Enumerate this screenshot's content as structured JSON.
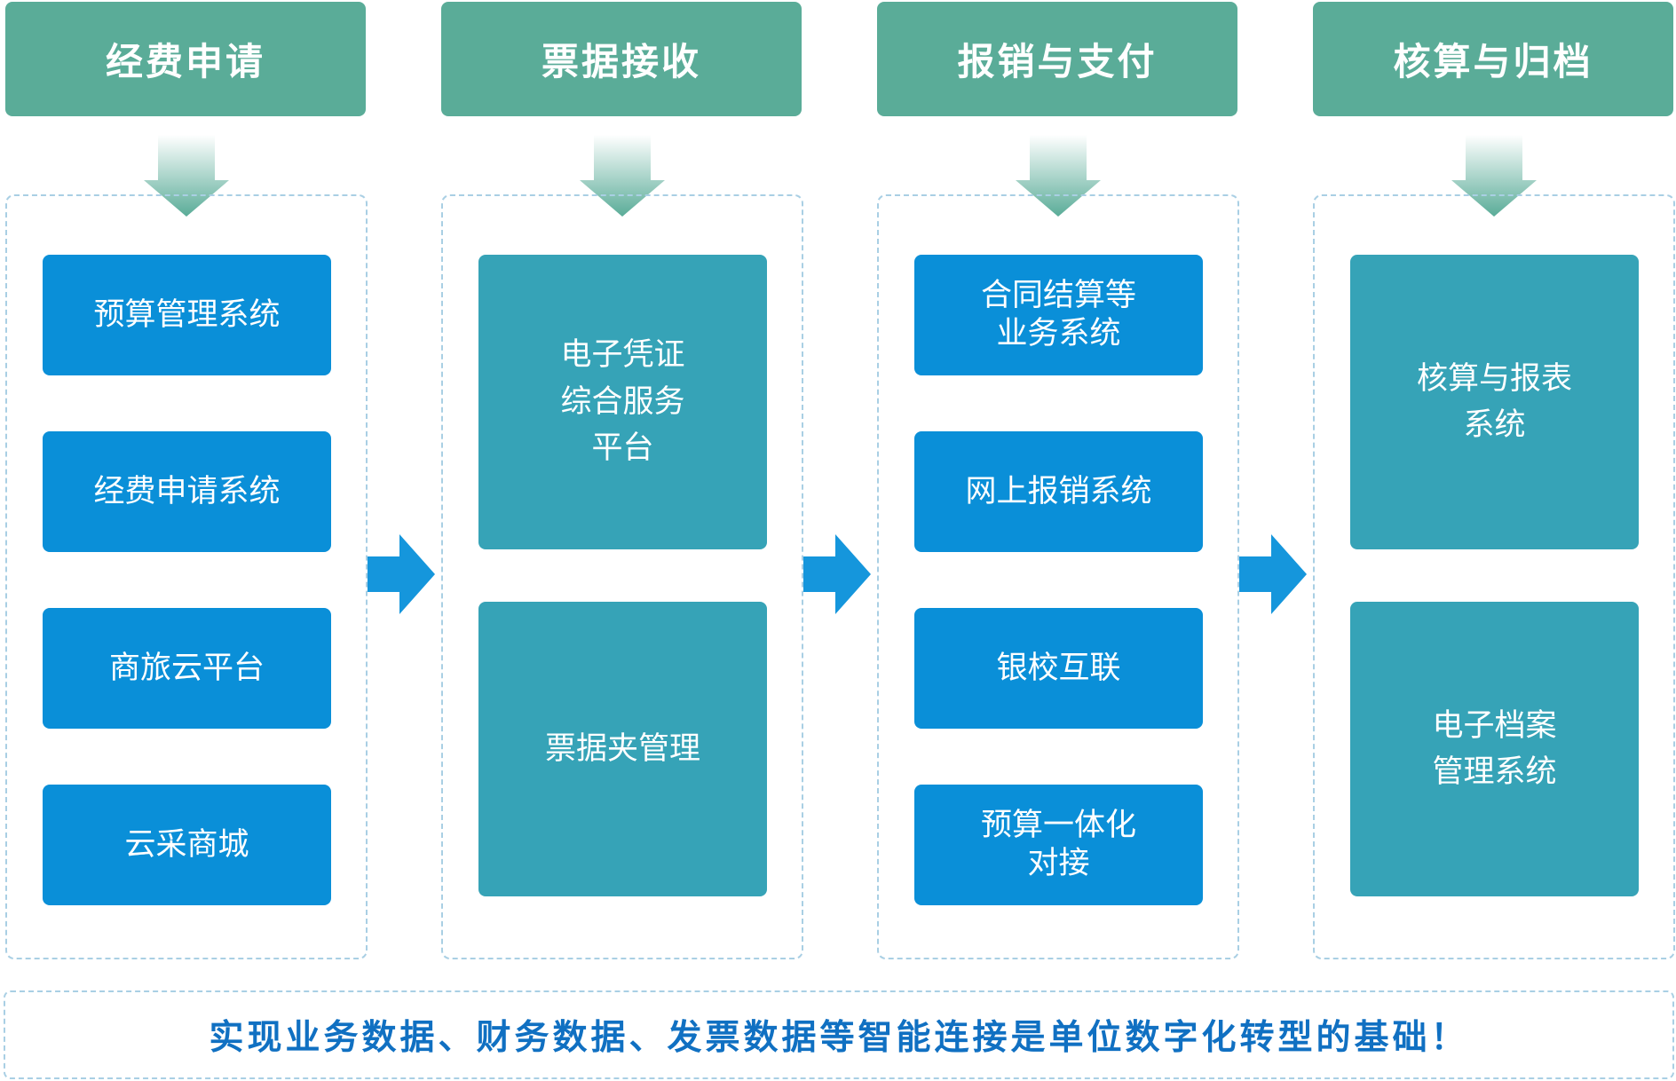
{
  "colors": {
    "header_bg": "#5aac98",
    "blue_card": "#0a8fd8",
    "teal_card": "#36a3b7",
    "arrow_blue": "#1596dc",
    "dashed_border": "#a9cfe4",
    "footer_text": "#1070c2"
  },
  "stages": [
    {
      "title": "经费申请",
      "items": [
        "预算管理系统",
        "经费申请系统",
        "商旅云平台",
        "云采商城"
      ]
    },
    {
      "title": "票据接收",
      "items": [
        "电子凭证\n综合服务\n平台",
        "票据夹管理"
      ]
    },
    {
      "title": "报销与支付",
      "items": [
        "合同结算等\n业务系统",
        "网上报销系统",
        "银校互联",
        "预算一体化\n对接"
      ]
    },
    {
      "title": "核算与归档",
      "items": [
        "核算与报表\n系统",
        "电子档案\n管理系统"
      ]
    }
  ],
  "footer": {
    "text": "实现业务数据、财务数据、发票数据等智能连接是单位数字化转型的基础！"
  }
}
